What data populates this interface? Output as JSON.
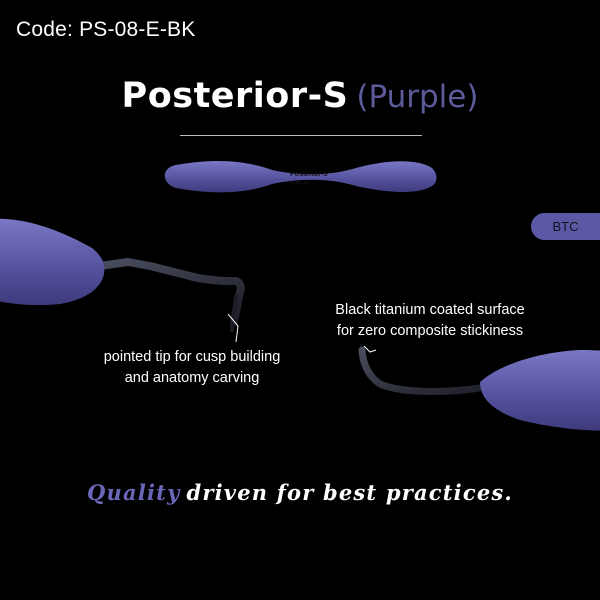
{
  "code_label": "Code: PS-08-E-BK",
  "title": {
    "main": "Posterior-S",
    "sub": "(Purple)"
  },
  "handle_engraving": {
    "name": "Posterior-S",
    "small_text": "PS-08-E-BK"
  },
  "badge": "BTC",
  "notes": {
    "left": [
      "pointed tip for cusp building",
      "and anatomy carving"
    ],
    "right": [
      "Black titanium coated surface",
      "for zero composite stickiness"
    ]
  },
  "tagline": {
    "quality": "Quality",
    "rest": "driven for best practices."
  },
  "colors": {
    "background": "#000000",
    "handle": "#5b58a6",
    "accent_text": "#6a67b8",
    "subtitle": "#5d5a9a",
    "tip": "#2a2c3a"
  }
}
